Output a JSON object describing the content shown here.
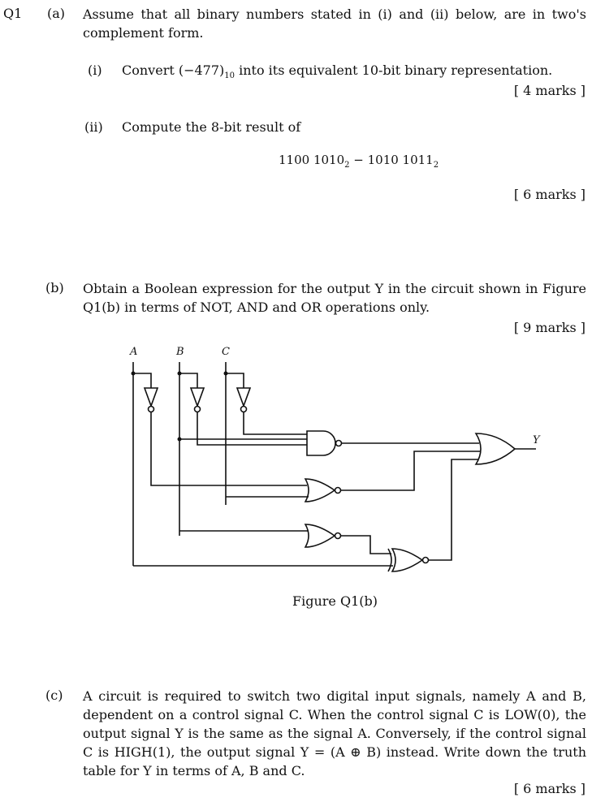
{
  "question": {
    "number": "Q1",
    "part_a": {
      "label": "(a)",
      "intro": "Assume that all binary numbers stated in (i) and (ii) below, are in two's complement form.",
      "sub_i": {
        "label": "(i)",
        "text_pre": "Convert (−477)",
        "text_sub": "10",
        "text_post": " into its equivalent 10-bit binary representation.",
        "marks": "[ 4 marks ]"
      },
      "sub_ii": {
        "label": "(ii)",
        "text": "Compute the 8-bit result of",
        "operand1": "1100 1010",
        "operand2": "1010 1011",
        "base": "2",
        "operator": " − ",
        "marks": "[ 6 marks ]"
      }
    },
    "part_b": {
      "label": "(b)",
      "text": "Obtain a Boolean expression for the output Y in the circuit shown in Figure Q1(b) in terms of NOT, AND and OR operations only.",
      "marks": "[ 9 marks ]",
      "figure": {
        "caption": "Figure Q1(b)",
        "input_a": "A",
        "input_b": "B",
        "input_c": "C",
        "output": "Y"
      }
    },
    "part_c": {
      "label": "(c)",
      "text": "A circuit is required to switch two digital input signals, namely A and B, dependent on a control signal C. When the control signal C is LOW(0), the output signal Y is the same as the signal A. Conversely, if the control signal C is HIGH(1), the output signal Y = (A ⊕ B) instead. Write down the truth table for Y in terms of A, B and C.",
      "marks": "[ 6 marks ]"
    }
  }
}
